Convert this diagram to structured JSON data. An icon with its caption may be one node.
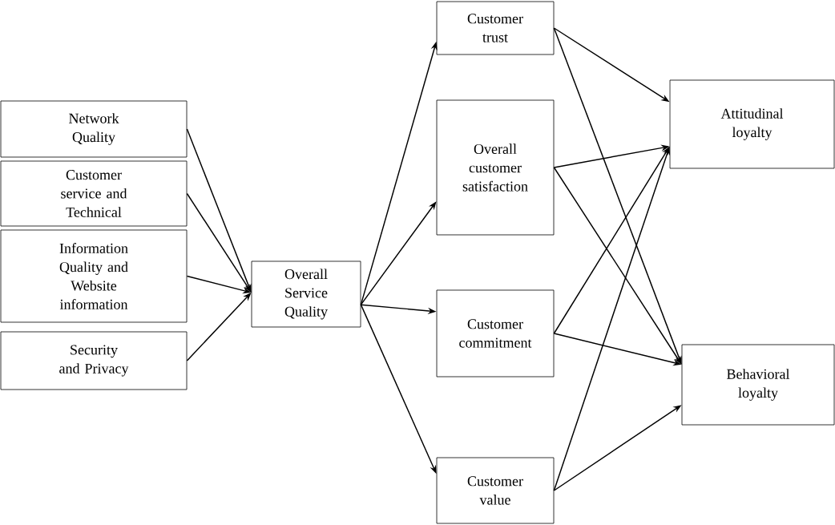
{
  "diagram": {
    "nodes": [
      {
        "text": [
          "Network Quality"
        ]
      },
      {
        "text": [
          "Customer service and Technical"
        ]
      },
      {
        "text": [
          "Information Quality and Website information"
        ]
      },
      {
        "text": [
          "Security and Privacy"
        ]
      },
      {
        "text": [
          "Overall Service Quality"
        ]
      },
      {
        "text": [
          "Customer trust"
        ]
      },
      {
        "text": [
          "Overall customer satisfaction"
        ]
      },
      {
        "text": [
          "Customer commitment"
        ]
      },
      {
        "text": [
          "Customer value"
        ]
      },
      {
        "text": [
          "Attitudinal loyalty"
        ]
      },
      {
        "text": [
          "Behavioral loyalty"
        ]
      }
    ],
    "edges": [
      {
        "from": 0,
        "to": 4,
        "arrow": "to"
      },
      {
        "from": 1,
        "to": 4,
        "arrow": "to"
      },
      {
        "from": 2,
        "to": 4,
        "arrow": "to"
      },
      {
        "from": 3,
        "to": 4,
        "arrow": "to"
      },
      {
        "from": 4,
        "to": 5,
        "arrow": "to"
      },
      {
        "from": 4,
        "to": 6,
        "arrow": "to"
      },
      {
        "from": 4,
        "to": 7,
        "arrow": "to"
      },
      {
        "from": 4,
        "to": 8,
        "arrow": "to"
      },
      {
        "from": 5,
        "to": 9,
        "arrow": "to"
      },
      {
        "from": 5,
        "to": 10,
        "arrow": "to"
      },
      {
        "from": 6,
        "to": 9,
        "arrow": "to"
      },
      {
        "from": 6,
        "to": 10,
        "arrow": "to"
      },
      {
        "from": 7,
        "to": 9,
        "arrow": "to"
      },
      {
        "from": 7,
        "to": 10,
        "arrow": "to"
      },
      {
        "from": 8,
        "to": 9,
        "arrow": "to"
      },
      {
        "from": 8,
        "to": 10,
        "arrow": "to"
      }
    ]
  }
}
